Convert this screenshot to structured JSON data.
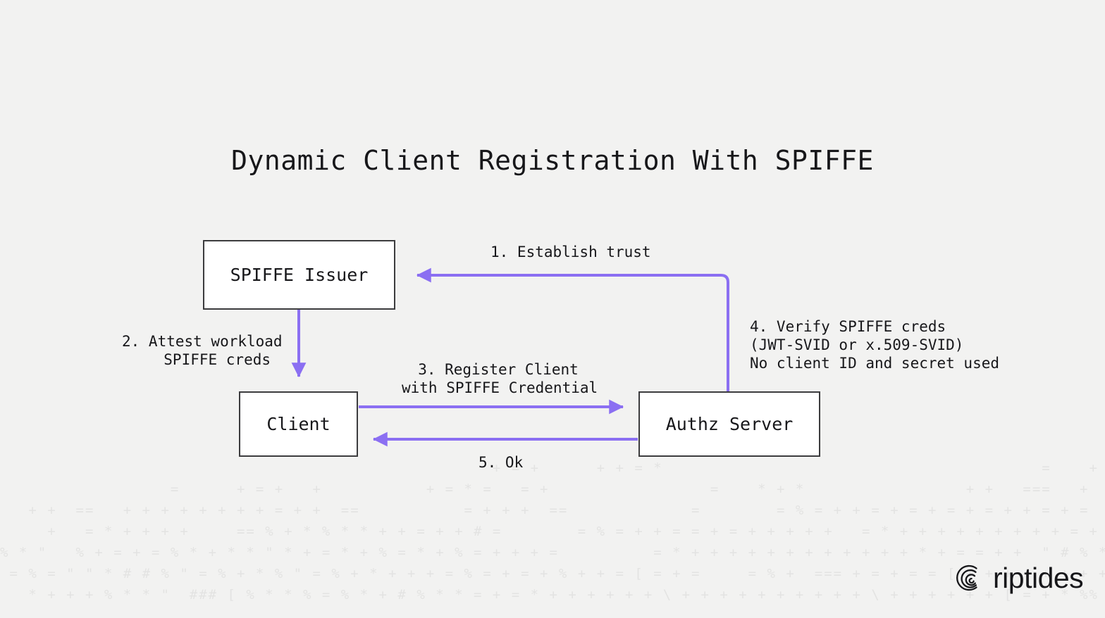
{
  "page": {
    "title": "Dynamic Client Registration With SPIFFE",
    "background_color": "#f2f2f1",
    "accent_color": "#8b6ff2",
    "text_color": "#17171a",
    "box_border_color": "#3c3c3e",
    "box_fill_color": "#ffffff",
    "texture_color": "#e3e3e2"
  },
  "nodes": [
    {
      "id": "spiffe-issuer",
      "label": "SPIFFE Issuer"
    },
    {
      "id": "client",
      "label": "Client"
    },
    {
      "id": "authz-server",
      "label": "Authz Server"
    }
  ],
  "edges": [
    {
      "id": "edge-1",
      "from": "authz-server",
      "to": "spiffe-issuer",
      "label": "1. Establish trust"
    },
    {
      "id": "edge-2",
      "from": "spiffe-issuer",
      "to": "client",
      "label_line_1": "2. Attest workload",
      "label_line_2": "SPIFFE creds",
      "label": "2. Attest workload\nSPIFFE creds"
    },
    {
      "id": "edge-3",
      "from": "client",
      "to": "authz-server",
      "label_line_1": "3. Register Client",
      "label_line_2": "with SPIFFE Credential",
      "label": "3. Register Client\nwith SPIFFE Credential"
    },
    {
      "id": "edge-4",
      "from": "authz-server",
      "to": "spiffe-issuer",
      "label_line_1": "4. Verify SPIFFE creds",
      "label_line_2": "(JWT-SVID or x.509-SVID)",
      "label_line_3": "No client ID and secret used",
      "label": "4. Verify SPIFFE creds\n(JWT-SVID or x.509-SVID)\nNo client ID and secret used"
    },
    {
      "id": "edge-5",
      "from": "authz-server",
      "to": "client",
      "label": "5. Ok"
    }
  ],
  "branding": {
    "wordmark": "riptides",
    "mark_icon": "riptides-spiral-icon"
  },
  "decoration": {
    "ascii_texture_lines": [
      "                                                    + = +      + + = *                                        =    +                           + +",
      "                  =      + = +   +           + = * =   = +                 =    * + *                 + +   ===   +        +         + +",
      "   + +  ==   + + + + + + + + = + +  ==           = + + +  ==             =        = % = + + = + = + = + = + + = + =     + + +  ==",
      "     +   = * + + + +     == % + * % * * + + = + + # =        = % = + + = = + = + + + + +   = * + + + + + + + + + = + = + + + + = + * +  == + + + =            ==",
      "% * \"   % + = + = % * + * * \" * + = * + % = * + % = + + + =          = * + + + + + + + + + + + + * + = = + +  \" # % * * = * * % + % +  %% %              = + + + %  = + + = =",
      " = % = \" \" * # # % \" = % + * % \" = % + * + + + = % = + = + % + + = [ = + =     = % +  === + = + = = [ + + + + + + + + + + % * \" \" # % * * = * * % + % %% %",
      "   * + + + % * * \"  ### [ % * * % = % * + # % * * = + = * + + + + + + \\ + + + + + + + + + + \\ + + + + + + [ = + * %% + * * * \" % \" * \" # \" \" * \" * * % # % * + % =        + \\ + + + + +"
    ]
  }
}
